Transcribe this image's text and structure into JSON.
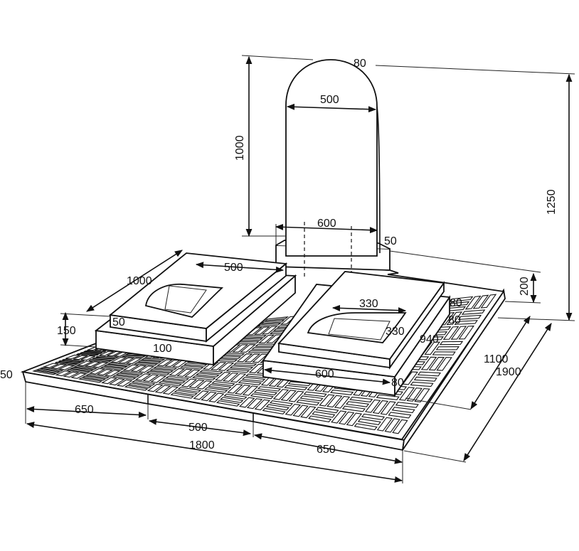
{
  "drawing": {
    "description": "",
    "dimensions": {
      "arch_top": "80",
      "stele_width_top": "500",
      "stele_height": "1000",
      "total_height": "1250",
      "stele_base_width": "600",
      "base_side": "50",
      "pedestal_height": "200",
      "left_slab_length": "1000",
      "left_slab_width": "500",
      "left_slab_height": "150",
      "left_slab_edge": "50",
      "left_slab_base": "100",
      "right_inset_width": "330",
      "right_inset_depth": "330",
      "right_edge_80": "80",
      "right_inner_940": "940",
      "right_base_600": "600",
      "right_base_side": "80",
      "right_small_extra": "80",
      "paving_depth": "1100",
      "paving_total_depth": "1900",
      "left_edge_50": "50",
      "seg_left_650": "650",
      "seg_mid_500": "500",
      "total_width_1800": "1800",
      "seg_right_650": "650"
    }
  }
}
